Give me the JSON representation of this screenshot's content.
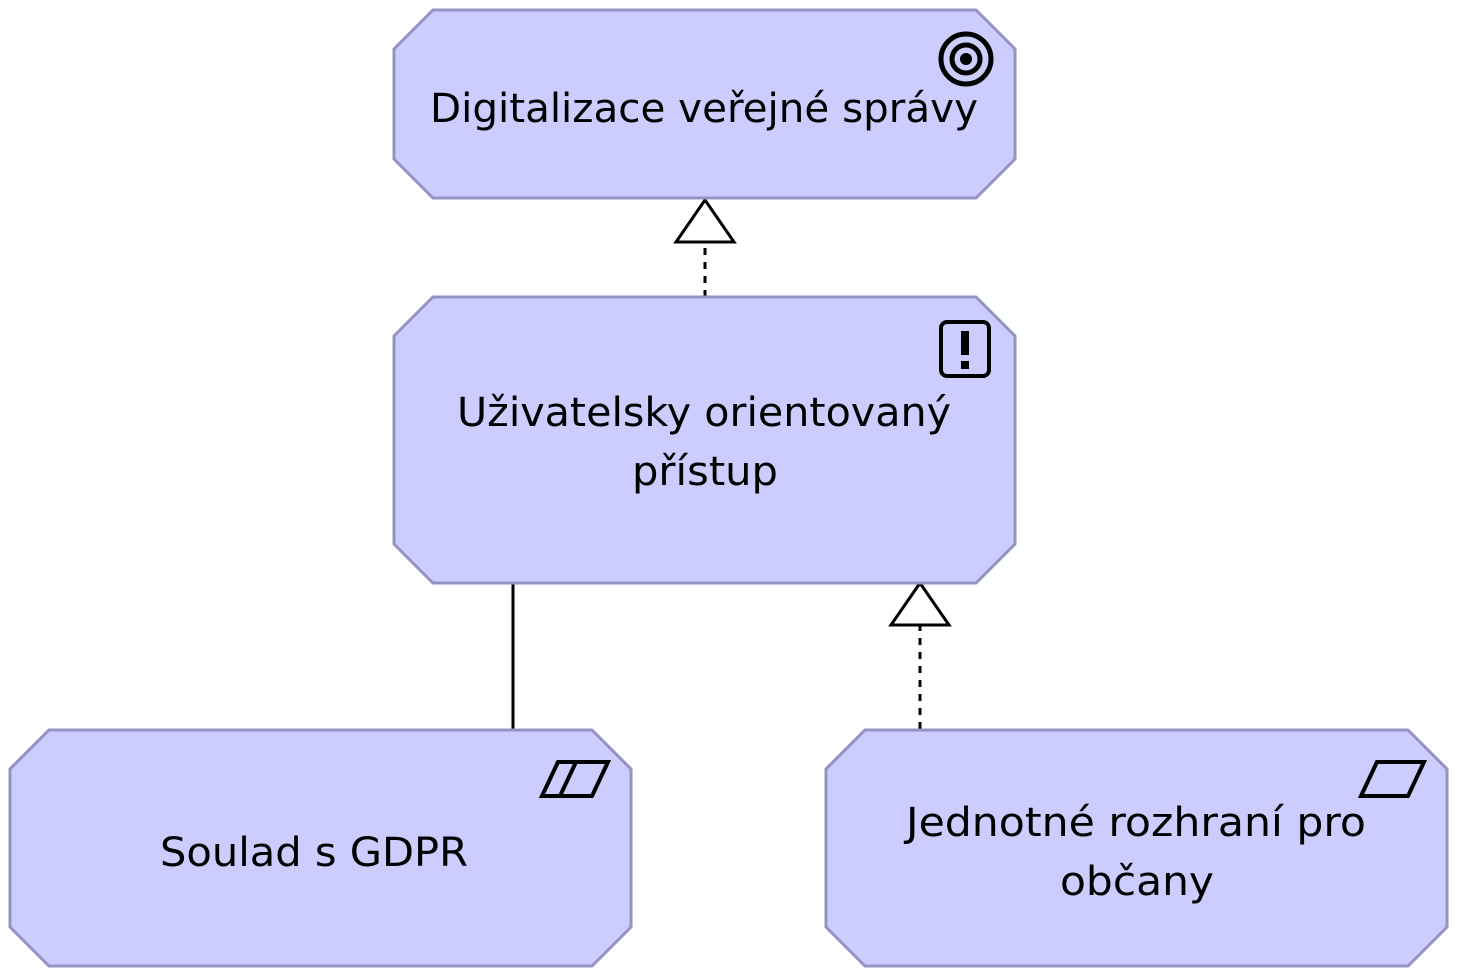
{
  "diagram": {
    "nodes": {
      "goal": {
        "label": "Digitalizace veřejné správy",
        "type_icon": "goal-target-icon"
      },
      "principle": {
        "label_line1": "Uživatelsky orientovaný",
        "label_line2": "přístup",
        "type_icon": "principle-exclamation-icon"
      },
      "constraint": {
        "label": "Soulad s GDPR",
        "type_icon": "constraint-parallelogram-icon"
      },
      "requirement": {
        "label_line1": "Jednotné rozhraní pro",
        "label_line2": "občany",
        "type_icon": "requirement-parallelogram-icon"
      }
    },
    "relations": [
      {
        "from": "principle",
        "to": "goal",
        "type": "realization"
      },
      {
        "from": "requirement",
        "to": "principle",
        "type": "realization"
      },
      {
        "from": "constraint",
        "to": "principle",
        "type": "association"
      }
    ],
    "colors": {
      "node_fill": "#ccccff",
      "node_border": "#9494c2",
      "edge": "#000000",
      "background": "#ffffff"
    }
  }
}
